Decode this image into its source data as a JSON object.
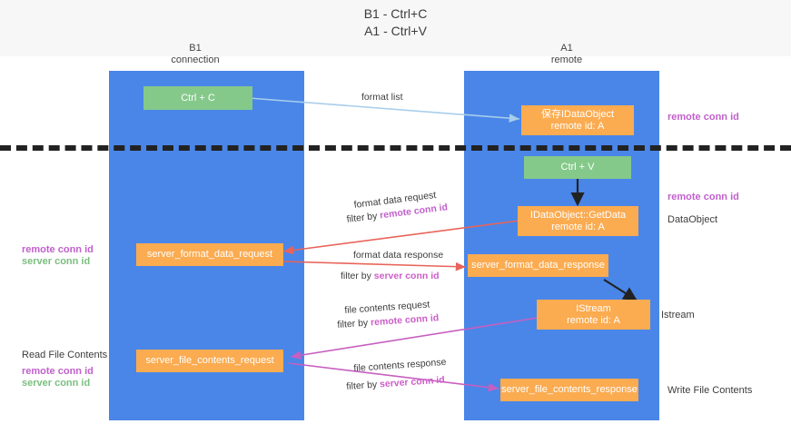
{
  "title": {
    "line1": "B1 - Ctrl+C",
    "line2": "A1 - Ctrl+V"
  },
  "lanes": [
    {
      "id": "b1",
      "name": "B1",
      "role": "connection"
    },
    {
      "id": "a1",
      "name": "A1",
      "role": "remote"
    }
  ],
  "nodes": {
    "ctrl_c": {
      "line1": "Ctrl + C",
      "line2": ""
    },
    "save_idataobject": {
      "line1": "保存IDataObject",
      "line2": "remote id: A"
    },
    "ctrl_v": {
      "line1": "Ctrl + V",
      "line2": ""
    },
    "getdata": {
      "line1": "IDataObject::GetData",
      "line2": "remote id: A"
    },
    "server_format_data_request": {
      "line1": "server_format_data_request",
      "line2": ""
    },
    "server_format_data_response": {
      "line1": "server_format_data_response",
      "line2": ""
    },
    "istream": {
      "line1": "IStream",
      "line2": "remote id: A"
    },
    "server_file_contents_request": {
      "line1": "server_file_contents_request",
      "line2": ""
    },
    "server_file_contents_response": {
      "line1": "server_file_contents_response",
      "line2": ""
    }
  },
  "edges": {
    "format_list": "format list",
    "format_data_request": "format data request",
    "format_data_request_filter_prefix": "filter by ",
    "format_data_request_filter_key": "remote conn id",
    "format_data_response": "format data response",
    "format_data_response_filter_prefix": "filter by ",
    "format_data_response_filter_key": "server conn id",
    "file_contents_request": "file contents request",
    "file_contents_request_filter_prefix": "filter by ",
    "file_contents_request_filter_key": "remote conn id",
    "file_contents_response": "file contents response",
    "file_contents_response_filter_prefix": "filter by ",
    "file_contents_response_filter_key": "server conn id"
  },
  "annotations": {
    "right_remote_conn_id_top": "remote conn id",
    "right_remote_conn_id_mid": "remote conn id",
    "right_dataobject": "DataObject",
    "right_istream": "Istream",
    "right_write_file_contents": "Write File Contents",
    "left_remote_conn_id_mid": "remote conn id",
    "left_server_conn_id_mid": "server conn id",
    "left_read_file_contents": "Read File Contents",
    "left_remote_conn_id_bottom": "remote conn id",
    "left_server_conn_id_bottom": "server conn id"
  },
  "colors": {
    "lane": "#4a86e8",
    "node_green": "#85c98a",
    "node_orange": "#fbab50",
    "key_purple": "#c061cb",
    "key_green": "#7bbf7f",
    "arrow_light_blue": "#a8cdea",
    "arrow_red": "#e8645a",
    "arrow_magenta": "#c75fc0",
    "arrow_black": "#222222",
    "divider_dash": "#222222"
  }
}
